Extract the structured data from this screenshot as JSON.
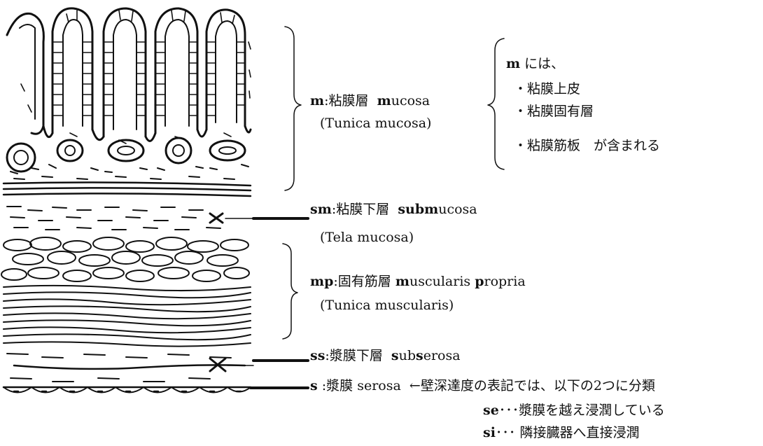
{
  "layers": [
    {
      "abbr": "m",
      "jp": "粘膜層",
      "en_pre": "",
      "en_bold1": "m",
      "en_mid": "",
      "en_bold2": "",
      "en_rest": "ucosa",
      "latin": "(Tunica mucosa)"
    },
    {
      "abbr": "sm",
      "jp": "粘膜下層",
      "en_pre": "",
      "en_bold1": "sub",
      "en_mid": "",
      "en_bold2": "m",
      "en_rest": "ucosa",
      "latin": "(Tela mucosa)"
    },
    {
      "abbr": "mp",
      "jp": "固有筋層",
      "en_pre": "",
      "en_bold1": "m",
      "en_mid": "uscularis ",
      "en_bold2": "p",
      "en_rest": "ropria",
      "latin": "(Tunica muscularis)"
    },
    {
      "abbr": "ss",
      "jp": "漿膜下層",
      "en_pre": "",
      "en_bold1": "s",
      "en_mid": "ub",
      "en_bold2": "s",
      "en_rest": "erosa",
      "latin": ""
    },
    {
      "abbr": "s",
      "jp": "漿膜",
      "en_pre": "serosa",
      "en_bold1": "",
      "en_mid": "",
      "en_bold2": "",
      "en_rest": "",
      "latin": ""
    }
  ],
  "mucosa_note": {
    "title_bold": "m",
    "title_rest": "には、",
    "items": [
      "・粘膜上皮",
      "・粘膜固有層",
      "・粘膜筋板　が含まれる"
    ]
  },
  "serosa_note": {
    "arrow_text": "←壁深達度の表記では、以下の2つに分類",
    "items": [
      {
        "abbr": "se",
        "text": "･･･漿膜を越え浸潤している"
      },
      {
        "abbr": "si",
        "text": "･･･ 隣接臓器へ直接浸潤"
      }
    ]
  }
}
